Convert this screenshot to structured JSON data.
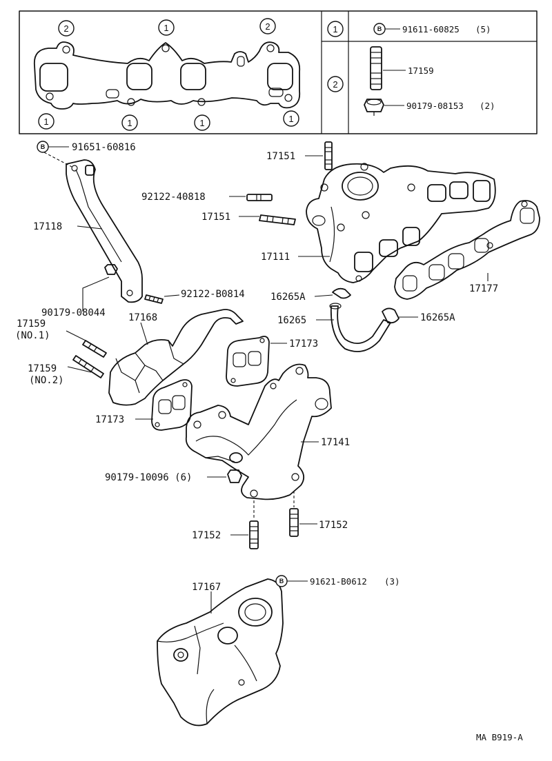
{
  "legend": {
    "row1": {
      "callout": "1",
      "bolt_mark": "B",
      "part_no": "91611-60825",
      "qty": "(5)"
    },
    "row2": {
      "callout": "2",
      "stud": "17159",
      "nut": "90179-08153",
      "nut_qty": "(2)"
    }
  },
  "gasket_callouts": {
    "two": "2",
    "one": "1"
  },
  "labels": {
    "bolt_top": "91651-60816",
    "bolt_mark": "B",
    "p17151_top": "17151",
    "p92122_40818": "92122-40818",
    "p17151_mid": "17151",
    "p17118": "17118",
    "p17111": "17111",
    "p17177": "17177",
    "p16265A_left": "16265A",
    "p16265": "16265",
    "p16265A_right": "16265A",
    "p92122_B0814": "92122-B0814",
    "p90179_08044": "90179-08044",
    "p17159_no1": "17159",
    "p17159_no1_note": "(NO.1)",
    "p17168": "17168",
    "p17173_right": "17173",
    "p17159_no2": "17159",
    "p17159_no2_note": "(NO.2)",
    "p17173_left": "17173",
    "p17141": "17141",
    "p90179_10096": "90179-10096 (6)",
    "p17152_left": "17152",
    "p17152_right": "17152",
    "p17167": "17167",
    "bolt_bottom": "91621-B0612",
    "bolt_bottom_qty": "(3)",
    "drawing_code": "MA B919-A"
  }
}
